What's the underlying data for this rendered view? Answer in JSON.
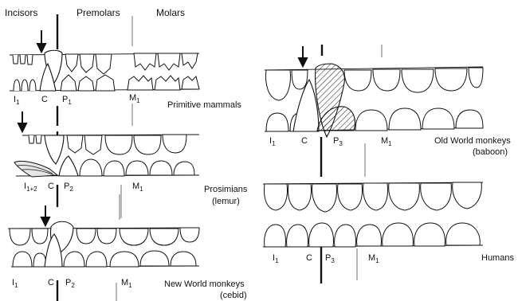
{
  "headers": {
    "incisors": "Incisors",
    "premolars": "Premolars",
    "molars": "Molars"
  },
  "panels": {
    "primitive": {
      "caption": "Primitive mammals",
      "labels": {
        "incisor": "I",
        "incisor_sub": "1",
        "canine": "C",
        "premolar": "P",
        "premolar_sub": "1",
        "molar": "M",
        "molar_sub": "1"
      }
    },
    "lemur": {
      "caption_line1": "Prosimians",
      "caption_line2": "(lemur)",
      "labels": {
        "incisor": "I",
        "incisor_sub": "1+2",
        "canine": "C",
        "premolar": "P",
        "premolar_sub": "2",
        "molar": "M",
        "molar_sub": "1"
      }
    },
    "cebid": {
      "caption_line1": "New World monkeys",
      "caption_line2": "(cebid)",
      "labels": {
        "incisor": "I",
        "incisor_sub": "1",
        "canine": "C",
        "premolar": "P",
        "premolar_sub": "2",
        "molar": "M",
        "molar_sub": "1"
      }
    },
    "baboon": {
      "caption_line1": "Old World monkeys",
      "caption_line2": "(baboon)",
      "labels": {
        "incisor": "I",
        "incisor_sub": "1",
        "canine": "C",
        "premolar": "P",
        "premolar_sub": "3",
        "molar": "M",
        "molar_sub": "1"
      }
    },
    "humans": {
      "caption": "Humans",
      "labels": {
        "incisor": "I",
        "incisor_sub": "1",
        "canine": "C",
        "premolar": "P",
        "premolar_sub": "3",
        "molar": "M",
        "molar_sub": "1"
      }
    }
  }
}
